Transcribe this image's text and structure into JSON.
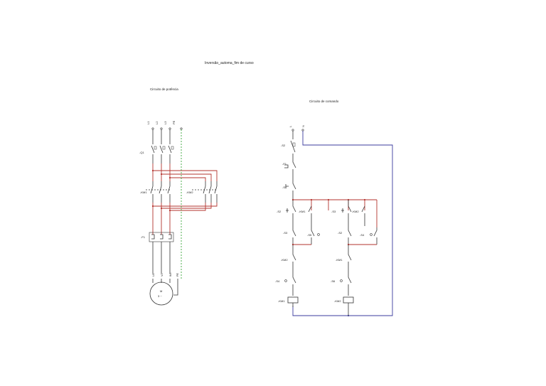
{
  "diagram": {
    "title": "Inversão_automa_fim de curso",
    "power_circuit": {
      "label": "Circuito de potência",
      "phases": [
        "L1",
        "L2",
        "L3",
        "PE"
      ],
      "breaker": "-Q1",
      "contactor_1": "-KM1",
      "contactor_2": "-KM2",
      "overload": "-F1",
      "motor_terminals": [
        "U1",
        "V1",
        "W1",
        "PE"
      ],
      "motor_label": "M",
      "motor_sub": "3 ~",
      "colors": {
        "wire": "#b3332e",
        "earth": "#3aa43a"
      }
    },
    "control_circuit": {
      "label": "Circuito de comando",
      "supply": [
        "L",
        "N"
      ],
      "fuse": "-S2",
      "overload_contact": "-F1",
      "stop": "-S1",
      "left_branch": {
        "start_button": "-S2",
        "holding_contact": "-KM1",
        "limit_switch_1": "-S3",
        "limit_switch_2": "-S5",
        "interlock": "-KM2",
        "limit_stop": "-S4",
        "coil": "-KM1"
      },
      "right_branch": {
        "start_button": "-S3",
        "holding_contact": "-KM2",
        "limit_switch_1": "-S2",
        "limit_switch_2": "-S4",
        "interlock": "-KM1",
        "limit_stop": "-S6",
        "coil": "-KM2"
      },
      "colors": {
        "wire": "#b3332e",
        "neutral": "#3b3b9e"
      }
    }
  }
}
